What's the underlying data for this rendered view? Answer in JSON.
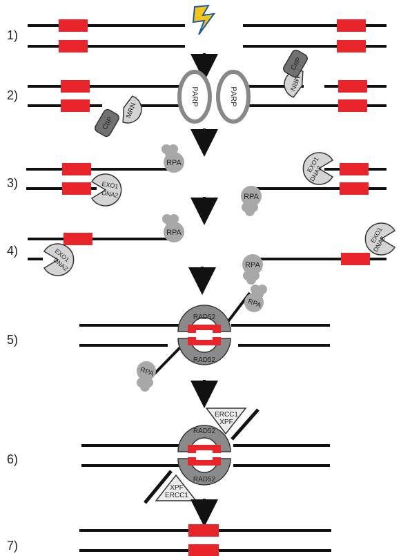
{
  "steps": [
    {
      "num": "1)"
    },
    {
      "num": "2)"
    },
    {
      "num": "3)"
    },
    {
      "num": "4)"
    },
    {
      "num": "5)"
    },
    {
      "num": "6)"
    },
    {
      "num": "7)"
    }
  ],
  "proteins": {
    "parp": "PARP",
    "ctip": "CtIP",
    "mrn": "MRN",
    "rpa": "RPA",
    "exo1": "EXO1",
    "dna2": "DNA2",
    "rad52": "RAD52",
    "ercc1": "ERCC1",
    "xpf": "XPF"
  },
  "colors": {
    "dna": "#111111",
    "gene_block": "#e8252b",
    "protein_light": "#d4d4d4",
    "protein_dark": "#707070",
    "rad52": "#8a8a8a",
    "rpa": "#a8a8a8",
    "lightning": "#f5c518"
  }
}
